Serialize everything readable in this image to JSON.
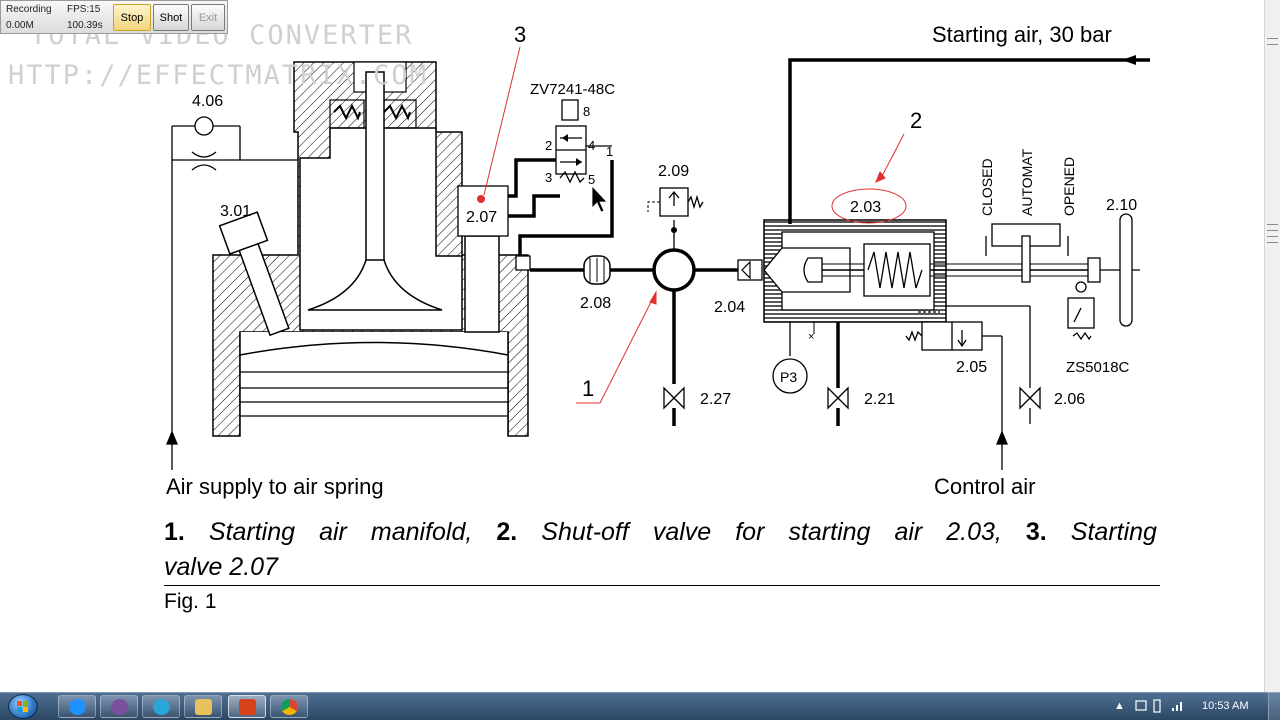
{
  "recorder": {
    "status_label": "Recording",
    "size": "0.00M",
    "fps_label": "FPS:15",
    "elapsed": "100.39s",
    "stop_label": "Stop",
    "shot_label": "Shot",
    "exit_label": "Exit"
  },
  "watermark": {
    "line1": "TOTAL VIDEO CONVERTER",
    "line2": "HTTP://EFFECTMATRIX.COM"
  },
  "diagram": {
    "starting_air": "Starting air, 30 bar",
    "air_supply": "Air supply to air spring",
    "control_air": "Control air",
    "callout_1": "1",
    "callout_2": "2",
    "callout_3": "3",
    "valve_model": "ZV7241-48C",
    "switch_model": "ZS5018C",
    "port_8": "8",
    "port_2": "2",
    "port_4": "4",
    "port_1": "1",
    "port_3": "3",
    "port_5": "5",
    "comp_406": "4.06",
    "comp_301": "3.01",
    "comp_207": "2.07",
    "comp_208": "2.08",
    "comp_209": "2.09",
    "comp_204": "2.04",
    "comp_203": "2.03",
    "comp_227": "2.27",
    "comp_221": "2.21",
    "comp_205": "2.05",
    "comp_206": "2.06",
    "comp_210": "2.10",
    "gauge_p3": "P3",
    "pos_closed": "CLOSED",
    "pos_automat": "AUTOMAT",
    "pos_opened": "OPENED"
  },
  "caption": {
    "n1": "1.",
    "t1": "Starting air manifold,",
    "n2": "2.",
    "t2": "Shut-off valve for starting air 2.03,",
    "n3": "3.",
    "t3a": "Starting",
    "t3b": "valve 2.07",
    "fig": "Fig. 1"
  },
  "taskbar": {
    "clock": "10:53 AM",
    "tray_arrow": "▲"
  },
  "colors": {
    "annotation_red": "#e03030",
    "taskbar": "#35506f"
  }
}
